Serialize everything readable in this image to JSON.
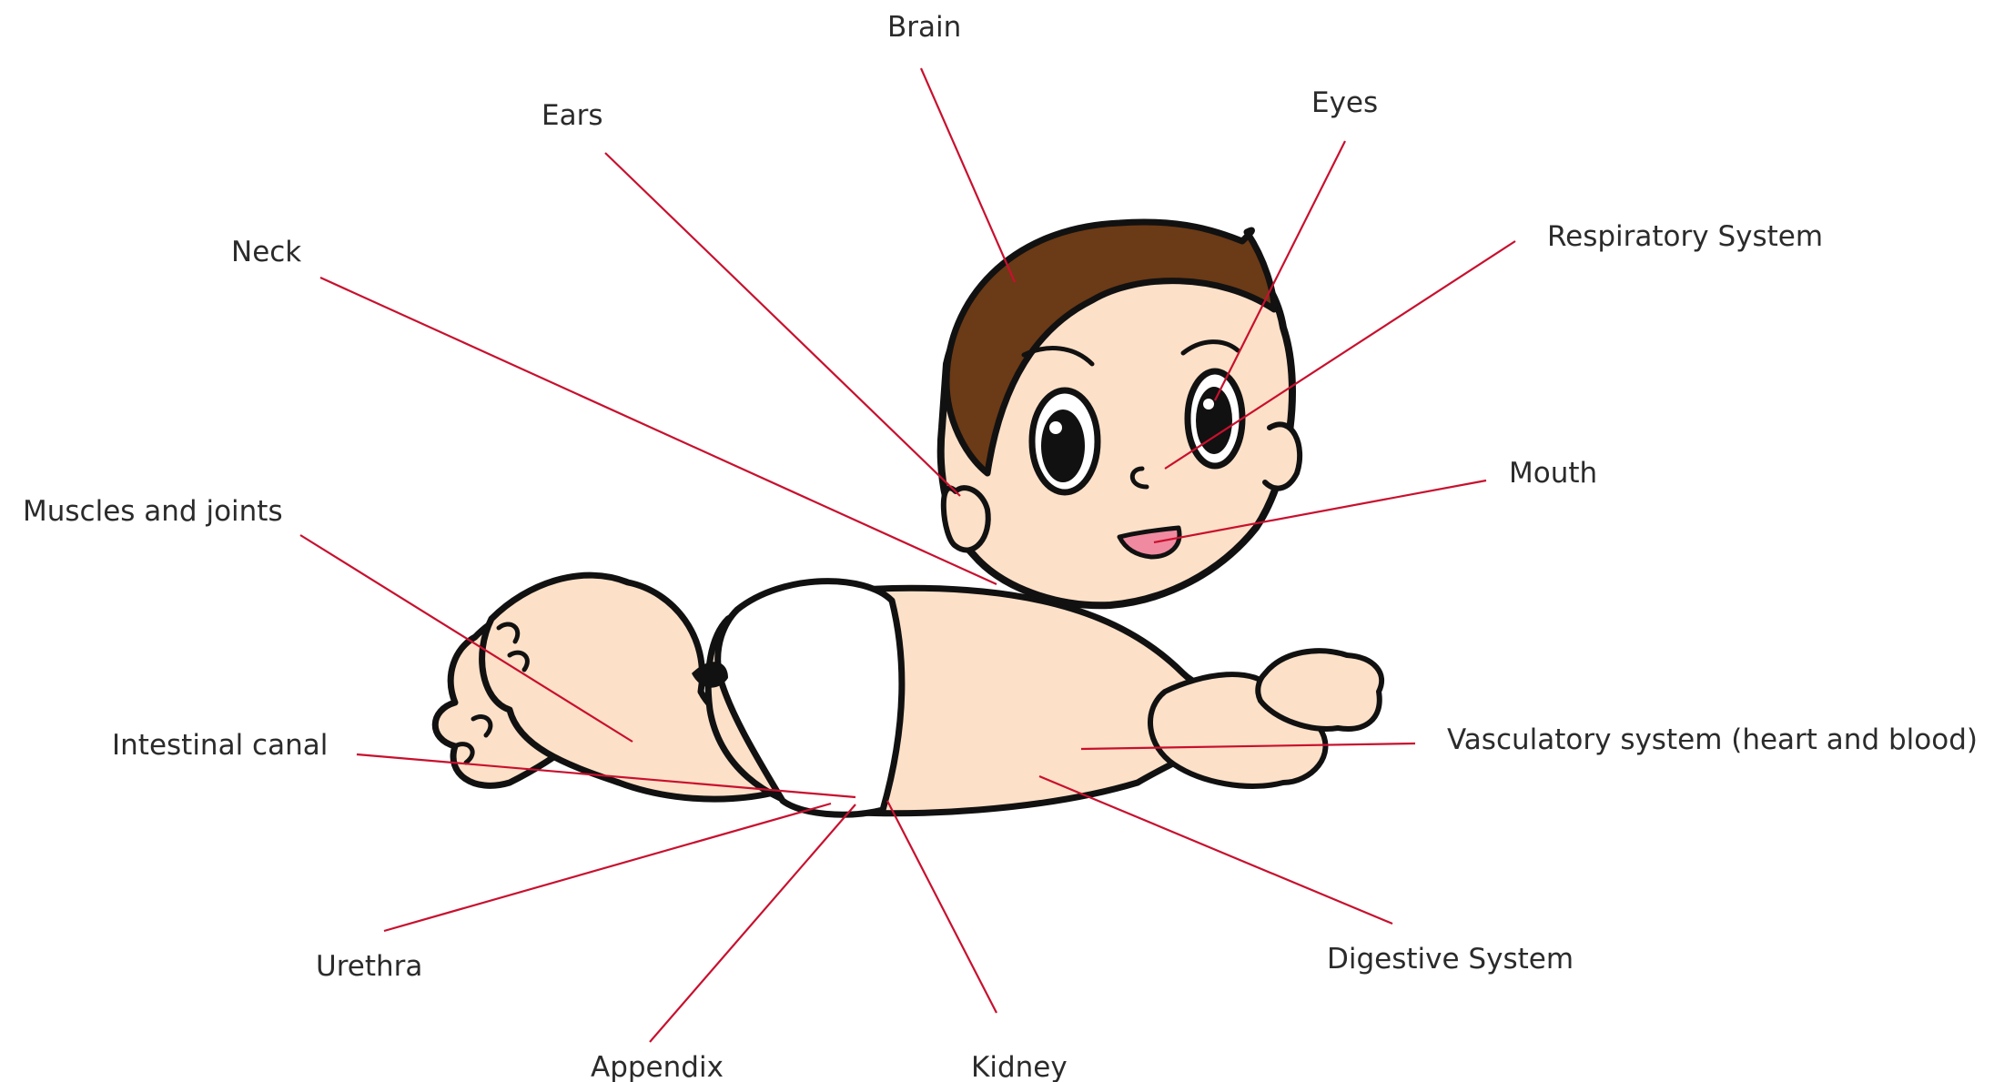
{
  "diagram": {
    "colors": {
      "leader_line": "#c8102e",
      "label_text": "#2b2b2b",
      "skin": "#fde0c8",
      "hair": "#6b3a16",
      "diaper": "#ffffff",
      "outline": "#111111",
      "mouth": "#f08aa0"
    },
    "labels": {
      "brain": "Brain",
      "ears": "Ears",
      "eyes": "Eyes",
      "neck": "Neck",
      "respiratory": "Respiratory System",
      "mouth": "Mouth",
      "muscles": "Muscles and joints",
      "intestinal": "Intestinal canal",
      "vascular": "Vasculatory system (heart and blood)",
      "urethra": "Urethra",
      "digestive": "Digestive System",
      "appendix": "Appendix",
      "kidney": "Kidney"
    }
  }
}
